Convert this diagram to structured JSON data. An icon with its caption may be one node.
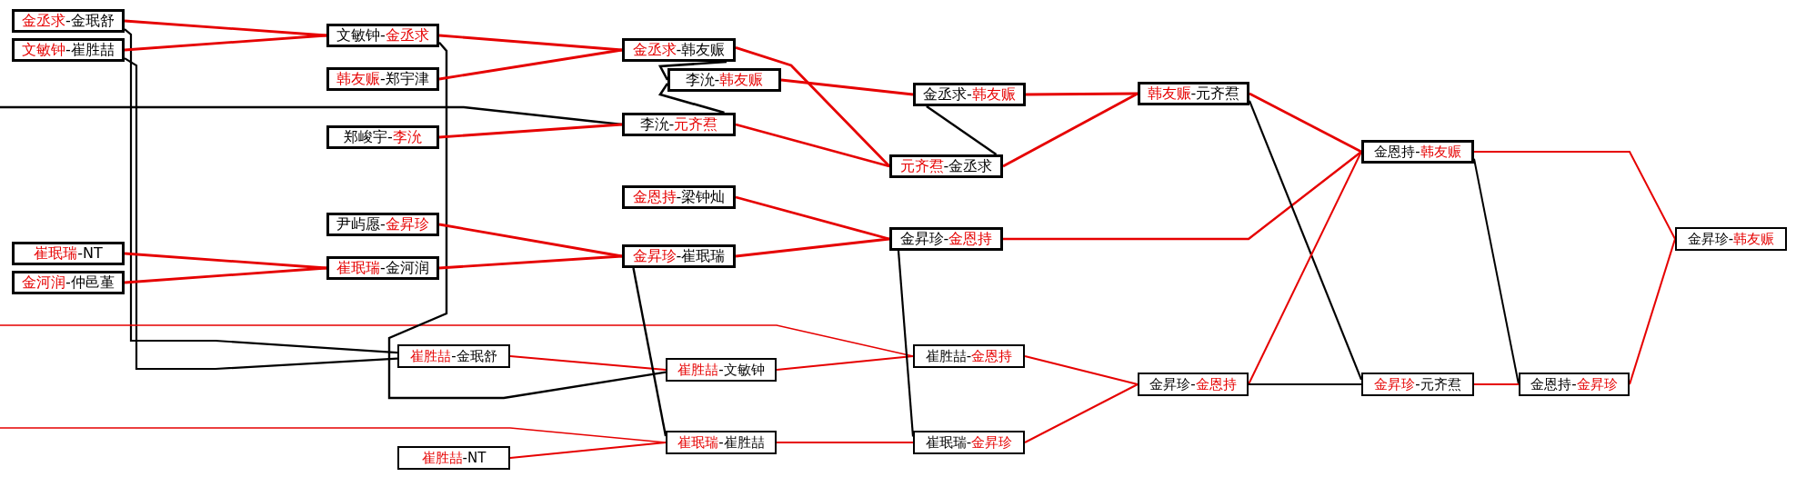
{
  "diagram": {
    "nodes": [
      {
        "text": [
          "金丞求-金珉舒"
        ]
      },
      {
        "text": [
          "文敏钟-崔胜喆"
        ]
      },
      {
        "text": [
          "崔珉瑞-NT"
        ]
      },
      {
        "text": [
          "金河润-仲邑堇"
        ]
      },
      {
        "text": [
          "文敏钟-金丞求"
        ]
      },
      {
        "text": [
          "韩友赈-郑宇津"
        ]
      },
      {
        "text": [
          "郑峻宇-李沇"
        ]
      },
      {
        "text": [
          "尹屿愿-金昇珍"
        ]
      },
      {
        "text": [
          "崔珉瑞-金河润"
        ]
      },
      {
        "text": [
          "崔胜喆-金珉舒"
        ]
      },
      {
        "text": [
          "崔胜喆-NT"
        ]
      },
      {
        "text": [
          "金丞求-韩友赈"
        ]
      },
      {
        "text": [
          "李沇-韩友赈"
        ]
      },
      {
        "text": [
          "李沇-元齐焄"
        ]
      },
      {
        "text": [
          "金恩持-梁钟灿"
        ]
      },
      {
        "text": [
          "金昇珍-崔珉瑞"
        ]
      },
      {
        "text": [
          "崔胜喆-文敏钟"
        ]
      },
      {
        "text": [
          "崔珉瑞-崔胜喆"
        ]
      },
      {
        "text": [
          "金丞求-韩友赈"
        ]
      },
      {
        "text": [
          "元齐焄-金丞求"
        ]
      },
      {
        "text": [
          "金昇珍-金恩持"
        ]
      },
      {
        "text": [
          "崔胜喆-金恩持"
        ]
      },
      {
        "text": [
          "崔珉瑞-金昇珍"
        ]
      },
      {
        "text": [
          "韩友赈-元齐焄"
        ]
      },
      {
        "text": [
          "金昇珍-金恩持"
        ]
      },
      {
        "text": [
          "金恩持-韩友赈"
        ]
      },
      {
        "text": [
          "金昇珍-元齐焄"
        ]
      },
      {
        "text": [
          "金恩持-金昇珍"
        ]
      },
      {
        "text": [
          "金昇珍-韩友赈"
        ]
      }
    ],
    "edges": [
      {
        "from": 0,
        "to": 4,
        "arrow": "none"
      },
      {
        "from": 0,
        "to": 9,
        "arrow": "none",
        "color": "#000000"
      },
      {
        "from": 1,
        "to": 4,
        "arrow": "none"
      },
      {
        "from": 1,
        "to": 9,
        "arrow": "none",
        "color": "#000000"
      },
      {
        "from": 2,
        "to": 8,
        "arrow": "none"
      },
      {
        "from": 3,
        "to": 8,
        "arrow": "none"
      },
      {
        "from": null,
        "to": 13,
        "arrow": "none",
        "color": "#000000"
      },
      {
        "from": null,
        "to": 21,
        "arrow": "none"
      },
      {
        "from": null,
        "to": 17,
        "arrow": "none"
      },
      {
        "from": 4,
        "to": 11,
        "arrow": "none"
      },
      {
        "from": 4,
        "to": 16,
        "arrow": "none",
        "color": "#000000"
      },
      {
        "from": 5,
        "to": 11,
        "arrow": "none"
      },
      {
        "from": 6,
        "to": 13,
        "arrow": "none"
      },
      {
        "from": 7,
        "to": 15,
        "arrow": "none"
      },
      {
        "from": 8,
        "to": 15,
        "arrow": "none"
      },
      {
        "from": 9,
        "to": 16,
        "arrow": "none"
      },
      {
        "from": 10,
        "to": 17,
        "arrow": "none"
      },
      {
        "from": 11,
        "to": 12,
        "arrow": "none",
        "color": "#000000"
      },
      {
        "from": 11,
        "to": 19,
        "arrow": "none"
      },
      {
        "from": 12,
        "to": 18,
        "arrow": "none"
      },
      {
        "from": 13,
        "to": 12,
        "arrow": "none",
        "color": "#000000"
      },
      {
        "from": 13,
        "to": 19,
        "arrow": "none"
      },
      {
        "from": 14,
        "to": 20,
        "arrow": "none"
      },
      {
        "from": 15,
        "to": 20,
        "arrow": "none"
      },
      {
        "from": 15,
        "to": 17,
        "arrow": "none",
        "color": "#000000"
      },
      {
        "from": 16,
        "to": 21,
        "arrow": "none"
      },
      {
        "from": 17,
        "to": 22,
        "arrow": "none"
      },
      {
        "from": 18,
        "to": 23,
        "arrow": "none"
      },
      {
        "from": 19,
        "to": 18,
        "arrow": "none",
        "color": "#000000"
      },
      {
        "from": 19,
        "to": 23,
        "arrow": "none"
      },
      {
        "from": 20,
        "to": 25,
        "arrow": "none"
      },
      {
        "from": 20,
        "to": 22,
        "arrow": "none",
        "color": "#000000"
      },
      {
        "from": 21,
        "to": 24,
        "arrow": "none"
      },
      {
        "from": 22,
        "to": 24,
        "arrow": "none"
      },
      {
        "from": 23,
        "to": 25,
        "arrow": "none"
      },
      {
        "from": 23,
        "to": 26,
        "arrow": "none",
        "color": "#000000"
      },
      {
        "from": 24,
        "to": 25,
        "arrow": "none"
      },
      {
        "from": 24,
        "to": 26,
        "arrow": "none",
        "color": "#000000"
      },
      {
        "from": 25,
        "to": 28,
        "arrow": "none"
      },
      {
        "from": 25,
        "to": 27,
        "arrow": "none",
        "color": "#000000"
      },
      {
        "from": 26,
        "to": 27,
        "arrow": "none"
      },
      {
        "from": 27,
        "to": 28,
        "arrow": "none"
      }
    ]
  }
}
